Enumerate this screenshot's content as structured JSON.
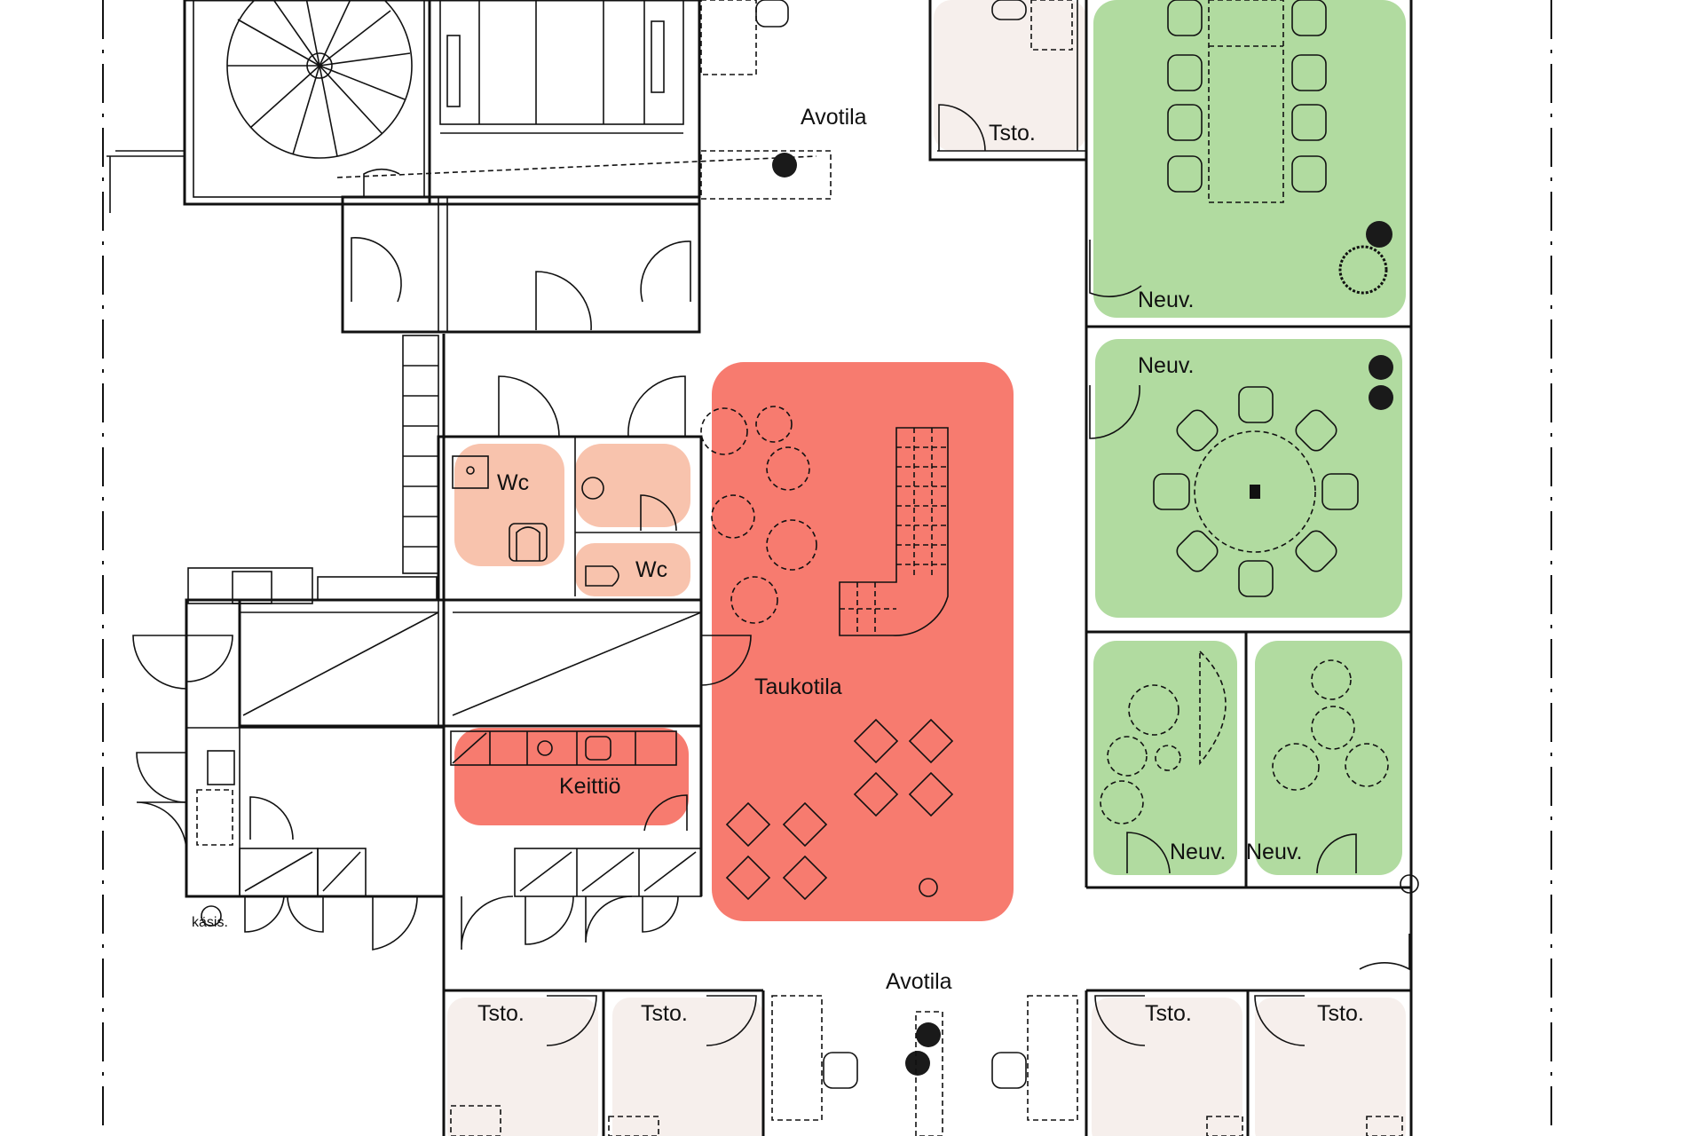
{
  "colors": {
    "meeting_fill": "#b1dba0",
    "break_fill": "#f77b6f",
    "wc_fill": "#f8c3ad",
    "office_fill": "#f6efec",
    "line": "#111111"
  },
  "labels": {
    "avotila_top": "Avotila",
    "tsto_top": "Tsto.",
    "neuv_1": "Neuv.",
    "neuv_2": "Neuv.",
    "neuv_3": "Neuv.",
    "neuv_4": "Neuv.",
    "wc_1": "Wc",
    "wc_2": "Wc",
    "taukotila": "Taukotila",
    "keittio": "Keittiö",
    "kasis": "käsis.",
    "avotila_bottom": "Avotila",
    "tsto_b1": "Tsto.",
    "tsto_b2": "Tsto.",
    "tsto_b3": "Tsto.",
    "tsto_b4": "Tsto."
  },
  "icons": [
    "spiral-stair-icon",
    "door-swing-icon",
    "chair-icon",
    "table-icon",
    "plant-icon",
    "toilet-icon",
    "sink-icon",
    "stair-icon"
  ]
}
